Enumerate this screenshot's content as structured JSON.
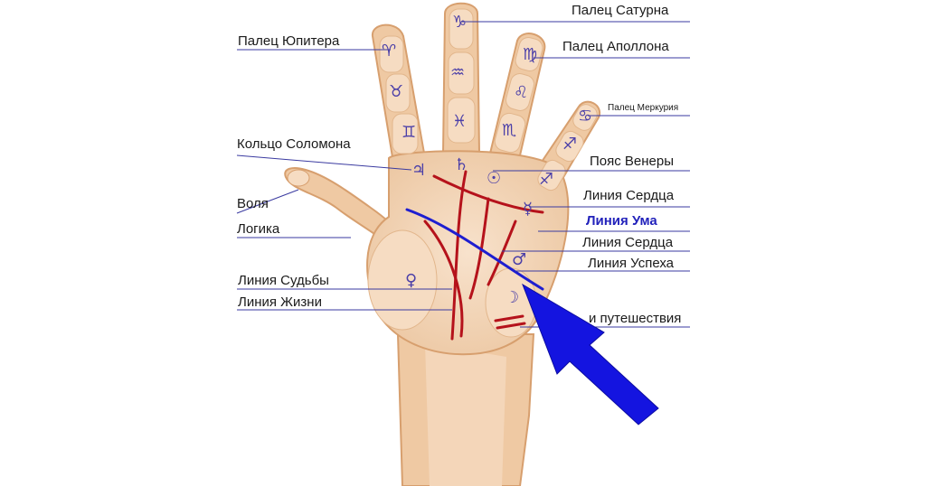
{
  "labels": {
    "saturn_finger": "Палец Сатурна",
    "jupiter_finger": "Палец Юпитера",
    "apollo_finger": "Палец Аполлона",
    "mercury_finger": "Палец Меркурия",
    "solomon_ring": "Кольцо Соломона",
    "venus_belt": "Пояс Венеры",
    "will": "Воля",
    "heart_line_1": "Линия Сердца",
    "logic": "Логика",
    "mind_line": "Линия Ума",
    "heart_line_2": "Линия Сердца",
    "success_line": "Линия Успеха",
    "fate_line": "Линия Судьбы",
    "life_line": "Линия Жизни",
    "travel_lines": "и путешествия"
  },
  "symbols": {
    "capricorn": "♑",
    "aries": "♈",
    "virgo": "♍",
    "aquarius": "♒",
    "taurus": "♉",
    "leo": "♌",
    "pisces": "♓",
    "gemini": "♊",
    "cancer": "♋",
    "scorpio": "♏",
    "jupiter": "♃",
    "saturn": "♄",
    "sun": "☉",
    "sagittarius": "♐",
    "mercury": "☿",
    "venus": "♀",
    "mars": "♂",
    "moon": "☽"
  },
  "colors": {
    "skin": "#efc9a3",
    "skin_dark": "#d79f6e",
    "palm_light": "#f6dcc2",
    "palm_line": "#b5121b",
    "mind_line": "#1e1ed0",
    "arrow": "#1414e0",
    "leader_line": "#3a3aa0",
    "accent_text": "#2222bb"
  }
}
